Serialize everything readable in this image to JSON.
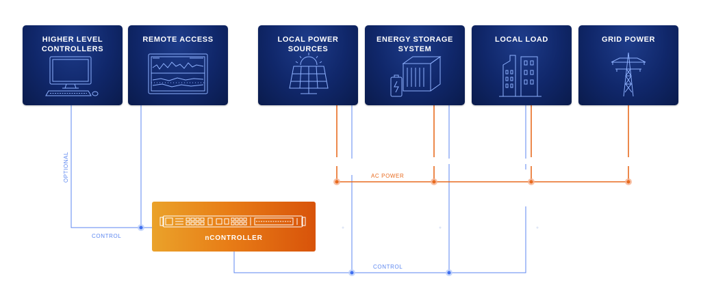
{
  "cards": {
    "higher_level_controllers": "HIGHER LEVEL\nCONTROLLERS",
    "remote_access": "REMOTE ACCESS",
    "local_power_sources": "LOCAL POWER\nSOURCES",
    "energy_storage_system": "ENERGY STORAGE\nSYSTEM",
    "local_load": "LOCAL LOAD",
    "grid_power": "GRID POWER"
  },
  "labels": {
    "optional": "OPTIONAL",
    "control_left": "CONTROL",
    "control_bottom": "CONTROL",
    "ac_power": "AC POWER"
  },
  "controller": {
    "name": "nCONTROLLER"
  },
  "icons": [
    "monitor-icon",
    "keyboard-icon",
    "mouse-icon",
    "dashboard-icon",
    "solar-panel-icon",
    "sun-icon",
    "battery-icon",
    "storage-container-icon",
    "buildings-icon",
    "transmission-tower-icon"
  ],
  "colors": {
    "card_bg": "#10276a",
    "control_line": "#5b86f0",
    "power_line": "#e86a1e",
    "controller_start": "#eaa22a",
    "controller_end": "#d8530a"
  }
}
